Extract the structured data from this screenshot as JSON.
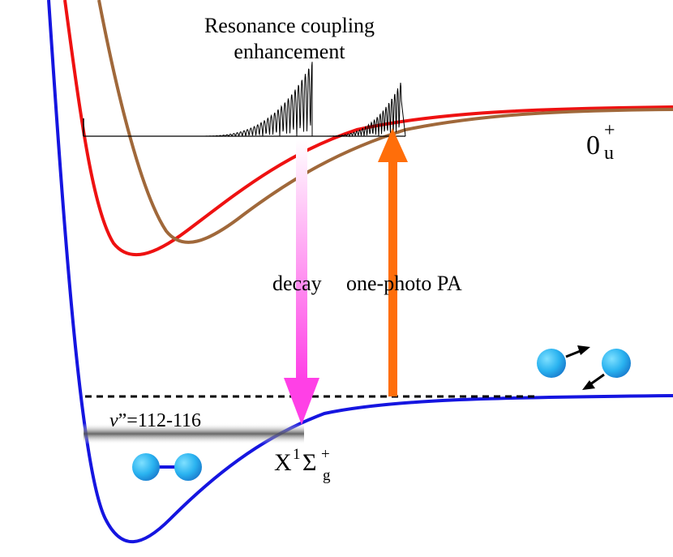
{
  "title_line1": "Resonance coupling",
  "title_line2": "enhancement",
  "decay_label": "decay",
  "pa_label": "one-photo PA",
  "vib_label_v": "v",
  "vib_label_rest": "”=112-116",
  "excited_state": {
    "base": "0",
    "sup": "+",
    "sub": "u"
  },
  "ground_state": {
    "base": "X",
    "sup1": "1",
    "sigma": "Σ",
    "sup2": "+",
    "sub": "g"
  },
  "colors": {
    "ground_curve": "#1515e0",
    "red_curve": "#ee1111",
    "brown_curve": "#a0683a",
    "decay_arrow": "#ff40e6",
    "pa_arrow": "#ff6e0a",
    "atom": "#2ab3f0"
  }
}
